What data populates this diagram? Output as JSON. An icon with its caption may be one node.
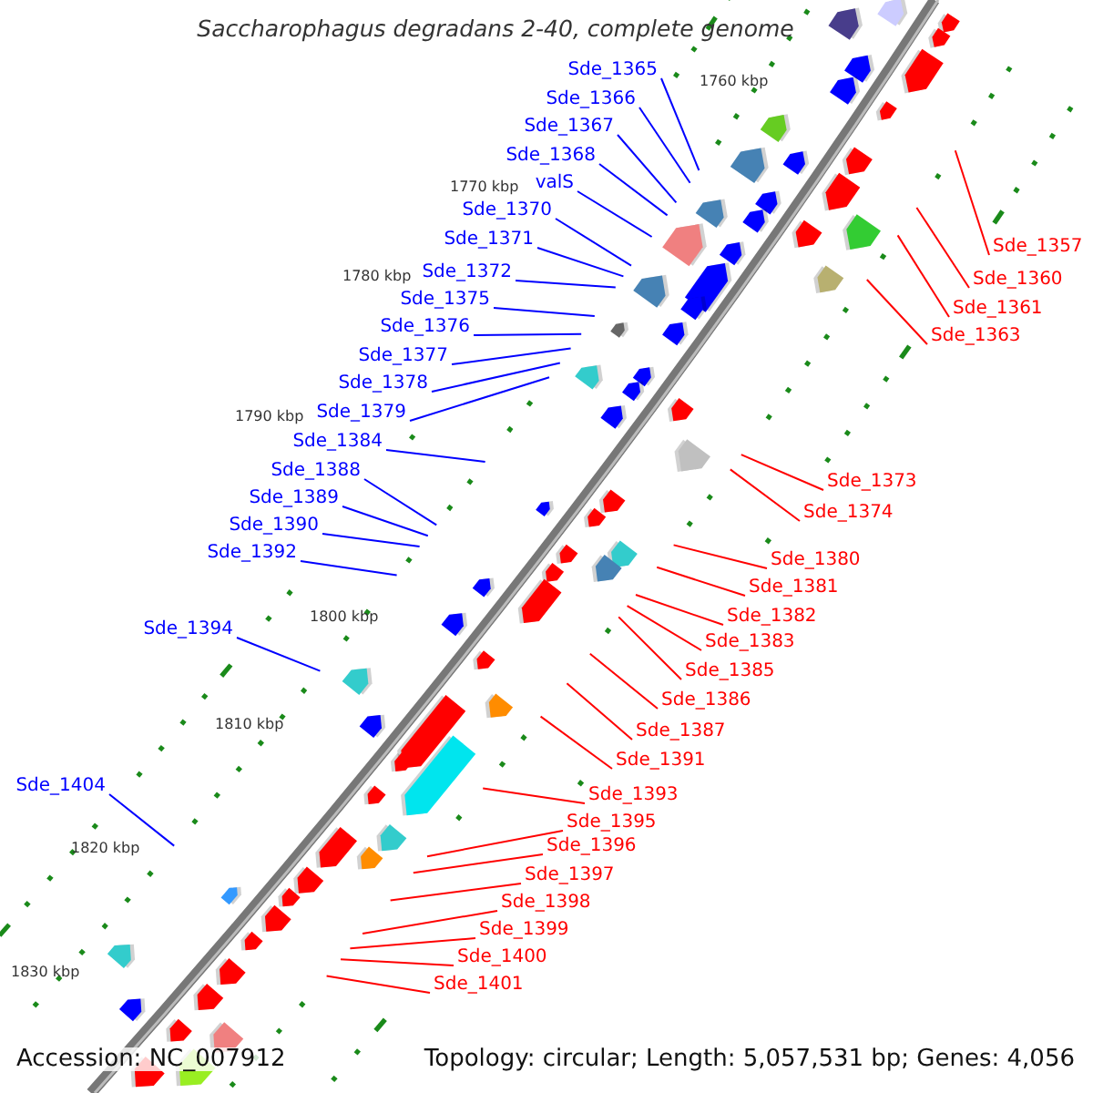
{
  "diagram": {
    "title": "Saccharophagus degradans 2-40, complete genome",
    "nodes": [
      {
        "text": [
          "Sde_1365"
        ]
      },
      {
        "text": [
          "Sde_1366"
        ]
      },
      {
        "text": [
          "Sde_1367"
        ]
      },
      {
        "text": [
          "Sde_1368"
        ]
      },
      {
        "text": [
          "valS"
        ]
      },
      {
        "text": [
          "Sde_1370"
        ]
      },
      {
        "text": [
          "Sde_1371"
        ]
      },
      {
        "text": [
          "Sde_1372"
        ]
      },
      {
        "text": [
          "Sde_1375"
        ]
      },
      {
        "text": [
          "Sde_1376"
        ]
      },
      {
        "text": [
          "Sde_1377"
        ]
      },
      {
        "text": [
          "Sde_1378"
        ]
      },
      {
        "text": [
          "Sde_1379"
        ]
      },
      {
        "text": [
          "Sde_1384"
        ]
      },
      {
        "text": [
          "Sde_1388"
        ]
      },
      {
        "text": [
          "Sde_1389"
        ]
      },
      {
        "text": [
          "Sde_1390"
        ]
      },
      {
        "text": [
          "Sde_1392"
        ]
      },
      {
        "text": [
          "Sde_1394"
        ]
      },
      {
        "text": [
          "Sde_1404"
        ]
      },
      {
        "text": [
          "Sde_1357"
        ]
      },
      {
        "text": [
          "Sde_1360"
        ]
      },
      {
        "text": [
          "Sde_1361"
        ]
      },
      {
        "text": [
          "Sde_1363"
        ]
      },
      {
        "text": [
          "Sde_1373"
        ]
      },
      {
        "text": [
          "Sde_1374"
        ]
      },
      {
        "text": [
          "Sde_1380"
        ]
      },
      {
        "text": [
          "Sde_1381"
        ]
      },
      {
        "text": [
          "Sde_1382"
        ]
      },
      {
        "text": [
          "Sde_1383"
        ]
      },
      {
        "text": [
          "Sde_1385"
        ]
      },
      {
        "text": [
          "Sde_1386"
        ]
      },
      {
        "text": [
          "Sde_1387"
        ]
      },
      {
        "text": [
          "Sde_1391"
        ]
      },
      {
        "text": [
          "Sde_1393"
        ]
      },
      {
        "text": [
          "Sde_1395"
        ]
      },
      {
        "text": [
          "Sde_1396"
        ]
      },
      {
        "text": [
          "Sde_1397"
        ]
      },
      {
        "text": [
          "Sde_1398"
        ]
      },
      {
        "text": [
          "Sde_1399"
        ]
      },
      {
        "text": [
          "Sde_1400"
        ]
      },
      {
        "text": [
          "Sde_1401"
        ]
      }
    ],
    "edges": [
      {
        "from": 0,
        "to": null,
        "arrow": "none",
        "color": "#0000ff"
      },
      {
        "from": 1,
        "to": null,
        "arrow": "none",
        "color": "#0000ff"
      },
      {
        "from": 2,
        "to": null,
        "arrow": "none",
        "color": "#0000ff"
      },
      {
        "from": 3,
        "to": null,
        "arrow": "none",
        "color": "#0000ff"
      },
      {
        "from": 4,
        "to": null,
        "arrow": "none",
        "color": "#0000ff"
      },
      {
        "from": 5,
        "to": null,
        "arrow": "none",
        "color": "#0000ff"
      },
      {
        "from": 6,
        "to": null,
        "arrow": "none",
        "color": "#0000ff"
      },
      {
        "from": 7,
        "to": null,
        "arrow": "none",
        "color": "#0000ff"
      },
      {
        "from": 8,
        "to": null,
        "arrow": "none",
        "color": "#0000ff"
      },
      {
        "from": 9,
        "to": null,
        "arrow": "none",
        "color": "#0000ff"
      },
      {
        "from": 10,
        "to": null,
        "arrow": "none",
        "color": "#0000ff"
      },
      {
        "from": 11,
        "to": null,
        "arrow": "none",
        "color": "#0000ff"
      },
      {
        "from": 12,
        "to": null,
        "arrow": "none",
        "color": "#0000ff"
      },
      {
        "from": 13,
        "to": null,
        "arrow": "none",
        "color": "#0000ff"
      },
      {
        "from": 14,
        "to": null,
        "arrow": "none",
        "color": "#0000ff"
      },
      {
        "from": 15,
        "to": null,
        "arrow": "none",
        "color": "#0000ff"
      },
      {
        "from": 16,
        "to": null,
        "arrow": "none",
        "color": "#0000ff"
      },
      {
        "from": 17,
        "to": null,
        "arrow": "none",
        "color": "#0000ff"
      },
      {
        "from": 18,
        "to": null,
        "arrow": "none",
        "color": "#0000ff"
      },
      {
        "from": 19,
        "to": null,
        "arrow": "none",
        "color": "#0000ff"
      },
      {
        "from": 20,
        "to": null,
        "arrow": "none"
      },
      {
        "from": 21,
        "to": null,
        "arrow": "none"
      },
      {
        "from": 22,
        "to": null,
        "arrow": "none"
      },
      {
        "from": 23,
        "to": null,
        "arrow": "none"
      },
      {
        "from": 24,
        "to": null,
        "arrow": "none"
      },
      {
        "from": 25,
        "to": null,
        "arrow": "none"
      },
      {
        "from": 26,
        "to": null,
        "arrow": "none"
      },
      {
        "from": 27,
        "to": null,
        "arrow": "none"
      },
      {
        "from": 28,
        "to": null,
        "arrow": "none"
      },
      {
        "from": 29,
        "to": null,
        "arrow": "none"
      },
      {
        "from": 30,
        "to": null,
        "arrow": "none"
      },
      {
        "from": 31,
        "to": null,
        "arrow": "none"
      },
      {
        "from": 32,
        "to": null,
        "arrow": "none"
      },
      {
        "from": 33,
        "to": null,
        "arrow": "none"
      },
      {
        "from": 34,
        "to": null,
        "arrow": "none"
      },
      {
        "from": 35,
        "to": null,
        "arrow": "none"
      },
      {
        "from": 36,
        "to": null,
        "arrow": "none"
      },
      {
        "from": 37,
        "to": null,
        "arrow": "none"
      },
      {
        "from": 38,
        "to": null,
        "arrow": "none"
      },
      {
        "from": 39,
        "to": null,
        "arrow": "none"
      },
      {
        "from": 40,
        "to": null,
        "arrow": "none"
      },
      {
        "from": 41,
        "to": null,
        "arrow": "none"
      }
    ],
    "labels": [
      "1760 kbp",
      "1770 kbp",
      "1780 kbp",
      "1790 kbp",
      "1800 kbp",
      "1810 kbp",
      "1820 kbp",
      "1830 kbp",
      "Accession: NC_007912",
      "Topology: circular; Length: 5,057,531 bp; Genes: 4,056"
    ]
  }
}
